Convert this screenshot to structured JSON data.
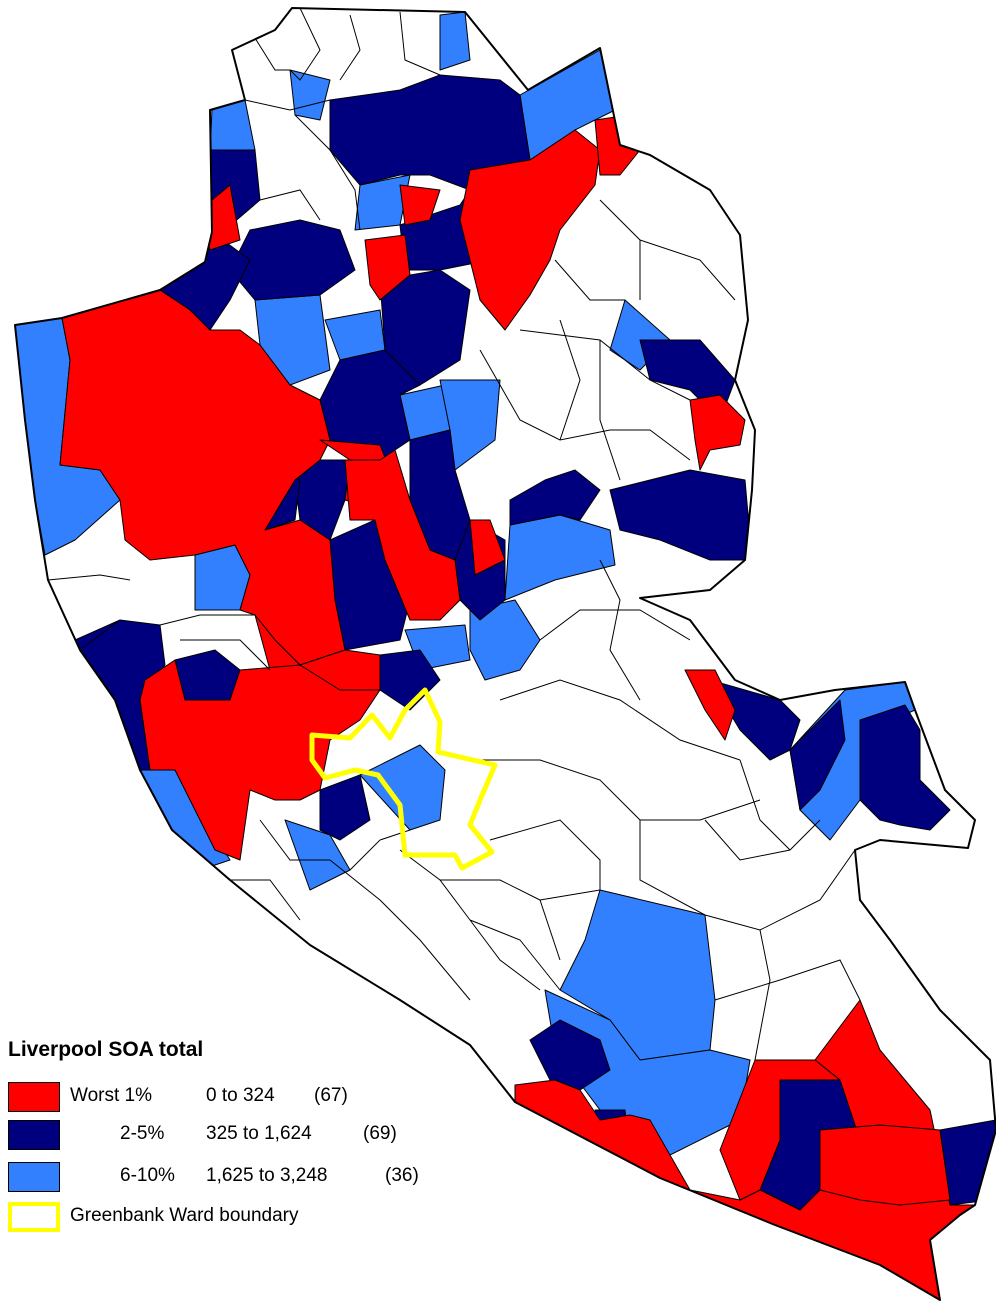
{
  "colors": {
    "worst1": "#ff0000",
    "band2_5": "#00007f",
    "band6_10": "#3380ff",
    "other": "#ffffff",
    "ward": "#ffff00",
    "outline": "#000000"
  },
  "legend": {
    "title": "Liverpool SOA total",
    "items": [
      {
        "band": "Worst 1%",
        "range": "0 to 324",
        "count": "(67)",
        "color": "#ff0000"
      },
      {
        "band": "2-5%",
        "range": "325 to 1,624",
        "count": "(69)",
        "color": "#00007f"
      },
      {
        "band": "6-10%",
        "range": "1,625 to 3,248",
        "count": "(36)",
        "color": "#3380ff"
      }
    ],
    "ward_label": "Greenbank Ward boundary"
  }
}
